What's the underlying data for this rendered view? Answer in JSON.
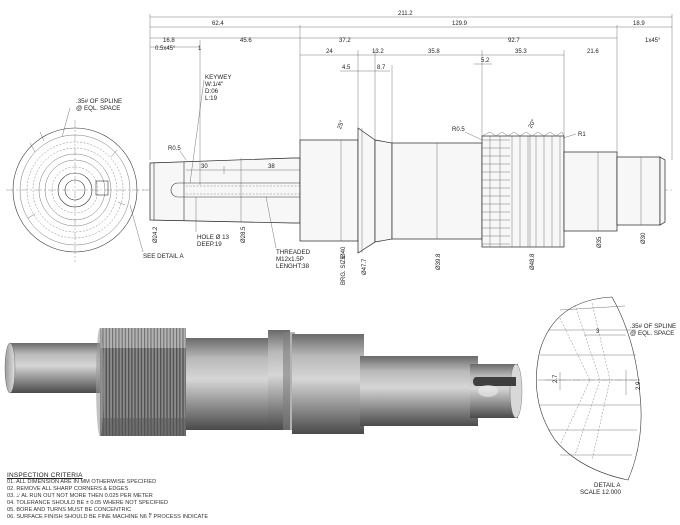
{
  "dimensions_top": {
    "overall": "211.2",
    "left_62": "62.4",
    "right_129": "129.9",
    "end_18": "18.9",
    "d16": "16.8",
    "d45": "45.6",
    "chamfer_left": "0.5x45°",
    "d1": "1",
    "d37": "37.2",
    "d92": "92.7",
    "chamfer_right": "1x45°",
    "d24": "24",
    "d13": "13.2",
    "d35_8": "35.8",
    "d35_3": "35.3",
    "d21": "21.6",
    "d4_5": "4.5",
    "d8_7": "8.7",
    "d5_2": "5.2"
  },
  "labels": {
    "spline_left": [
      ".35# OF SPLINE",
      "@ EQL. SPACE"
    ],
    "keyway": [
      "KEYWEY",
      "W:1/4\"",
      "D:06",
      "L:19"
    ],
    "r05_left": "R0.5",
    "r05_right": "R0.5",
    "r1": "R1",
    "angle_25": "25°",
    "angle_20": "20°",
    "d30": "30",
    "d38": "38",
    "hole": [
      "HOLE Ø 13",
      "DEEP.19"
    ],
    "threaded": [
      "THREADED",
      "M12x1.5P",
      "LENGHT:38"
    ],
    "see_detail": "SEE DETAIL  A",
    "dia_24": "Ø24.2",
    "dia_28": "Ø28.5",
    "dia_40": "Ø40",
    "brg_size": "BRG. SIZE",
    "dia_47": "Ø47.7",
    "dia_39": "Ø39.8",
    "dia_48": "Ø48.8",
    "dia_35": "Ø35",
    "dia_30": "Ø30",
    "spline_detail": [
      ".35# OF SPLINE",
      "@ EQL. SPACE"
    ],
    "det_3": "3",
    "det_2_7": "2.7",
    "det_2_9": "2.9",
    "detail_title": "DETAIL  A",
    "detail_scale": "SCALE  12.000"
  },
  "inspection": {
    "title": "INSPECTION CRITERIA",
    "items": [
      "01. ALL DIMENSION ARE IN MM OTHERWISE SPECIFIED",
      "02. REMOVE ALL SHARP CORNERS & EDGES",
      "03.  ⌰ AL RUN OUT NOT MORE THEN 0.025 PER METER",
      "04. TOLERANCE SHOULD BE ± 0.05 WHERE NOT SPECIFIED",
      "05. BORE AND TURNS MUST BE CONCENTRIC",
      "06. SURFACE FINISH SHOULD BE FINE MACHINE  N6 ∛ PROCESS INDICATE"
    ]
  },
  "colors": {
    "line": "#333333",
    "shade_dark": "#5a5a5a",
    "shade_light": "#cfcfcf"
  }
}
